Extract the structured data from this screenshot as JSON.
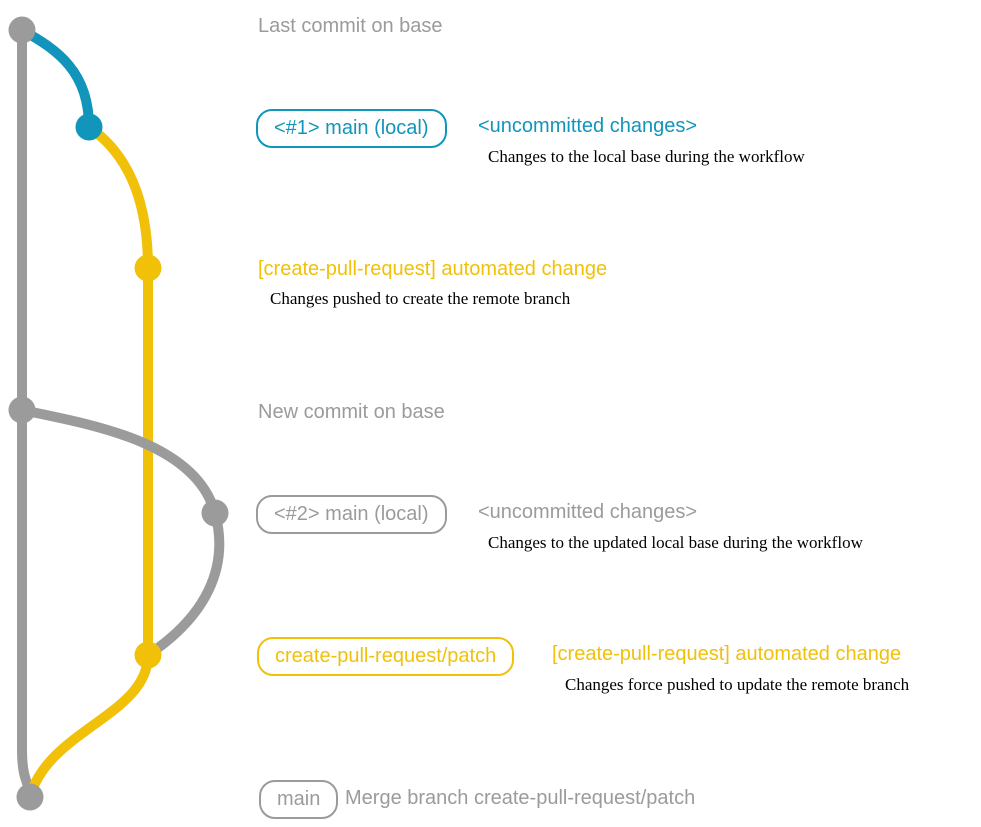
{
  "colors": {
    "gray": "#9b9b9b",
    "blue": "#1295ba",
    "yellow": "#f1c109",
    "desc": "#000000"
  },
  "labels": {
    "last_commit": "Last commit on base",
    "row1": {
      "badge": "<#1> main (local)",
      "annotation": "<uncommitted changes>",
      "description": "Changes to the local base during the workflow"
    },
    "row2": {
      "message": "[create-pull-request] automated change",
      "description": "Changes pushed to create the remote branch"
    },
    "row3": {
      "message": "New commit on base"
    },
    "row4": {
      "badge": "<#2> main (local)",
      "annotation": "<uncommitted changes>",
      "description": "Changes to the updated local base during the workflow"
    },
    "row5": {
      "badge": "create-pull-request/patch",
      "message": "[create-pull-request] automated change",
      "description": "Changes force pushed to update the remote branch"
    },
    "row6": {
      "badge": "main",
      "message": "Merge branch create-pull-request/patch"
    }
  }
}
